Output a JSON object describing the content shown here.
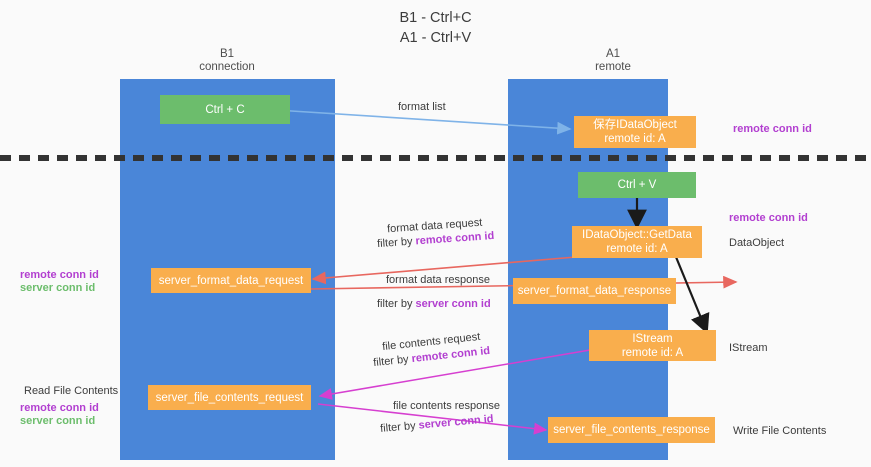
{
  "title": {
    "line1": "B1 - Ctrl+C",
    "line2": "A1 - Ctrl+V"
  },
  "columns": [
    {
      "name": "b1",
      "title": "B1",
      "subtitle": "connection"
    },
    {
      "name": "a1",
      "title": "A1",
      "subtitle": "remote"
    }
  ],
  "boxes": {
    "ctrl_c": {
      "line1": "Ctrl + C",
      "line2": ""
    },
    "save_idataobject": {
      "line1": "保存IDataObject",
      "line2": "remote id: A"
    },
    "ctrl_v": {
      "line1": "Ctrl + V",
      "line2": ""
    },
    "getdata": {
      "line1": "IDataObject::GetData",
      "line2": "remote id: A"
    },
    "server_format_data_request": {
      "line1": "server_format_data_request",
      "line2": ""
    },
    "server_format_data_response": {
      "line1": "server_format_data_response",
      "line2": ""
    },
    "istream": {
      "line1": "IStream",
      "line2": "remote id: A"
    },
    "server_file_contents_request": {
      "line1": "server_file_contents_request",
      "line2": ""
    },
    "server_file_contents_response": {
      "line1": "server_file_contents_response",
      "line2": ""
    }
  },
  "edge_labels": {
    "format_list": "format list",
    "format_data_request": "format data request",
    "format_data_request_filter_prefix": "filter by ",
    "format_data_request_filter_key": "remote conn id",
    "format_data_response": "format data response",
    "format_data_response_filter_prefix": "filter by ",
    "format_data_response_filter_key": "server conn id",
    "file_contents_request": "file contents request",
    "file_contents_request_filter_prefix": "filter by ",
    "file_contents_request_filter_key": "remote conn id",
    "file_contents_response": "file contents response",
    "file_contents_response_filter_prefix": "filter by ",
    "file_contents_response_filter_key": "server conn id"
  },
  "annotations": {
    "right_remote_conn_id_top": "remote conn id",
    "right_remote_conn_id_mid": "remote conn id",
    "right_dataobject": "DataObject",
    "right_istream": "IStream",
    "right_write_file_contents": "Write File Contents",
    "left_remote_conn_id_mid": "remote conn id",
    "left_server_conn_id_mid": "server conn id",
    "left_read_file_contents": "Read File Contents",
    "left_remote_conn_id_bottom": "remote conn id",
    "left_server_conn_id_bottom": "server conn id"
  },
  "colors": {
    "lane": "#4a86d8",
    "box_green": "#6cbd6c",
    "box_orange": "#f9ae4d",
    "accent_purple": "#b23fd0",
    "accent_green": "#6cbd6c",
    "arrow_blue": "#7fb3e8",
    "arrow_red": "#e8675f",
    "arrow_magenta": "#d63fd0",
    "arrow_black": "#1a1a1a",
    "background": "#fafafa"
  }
}
